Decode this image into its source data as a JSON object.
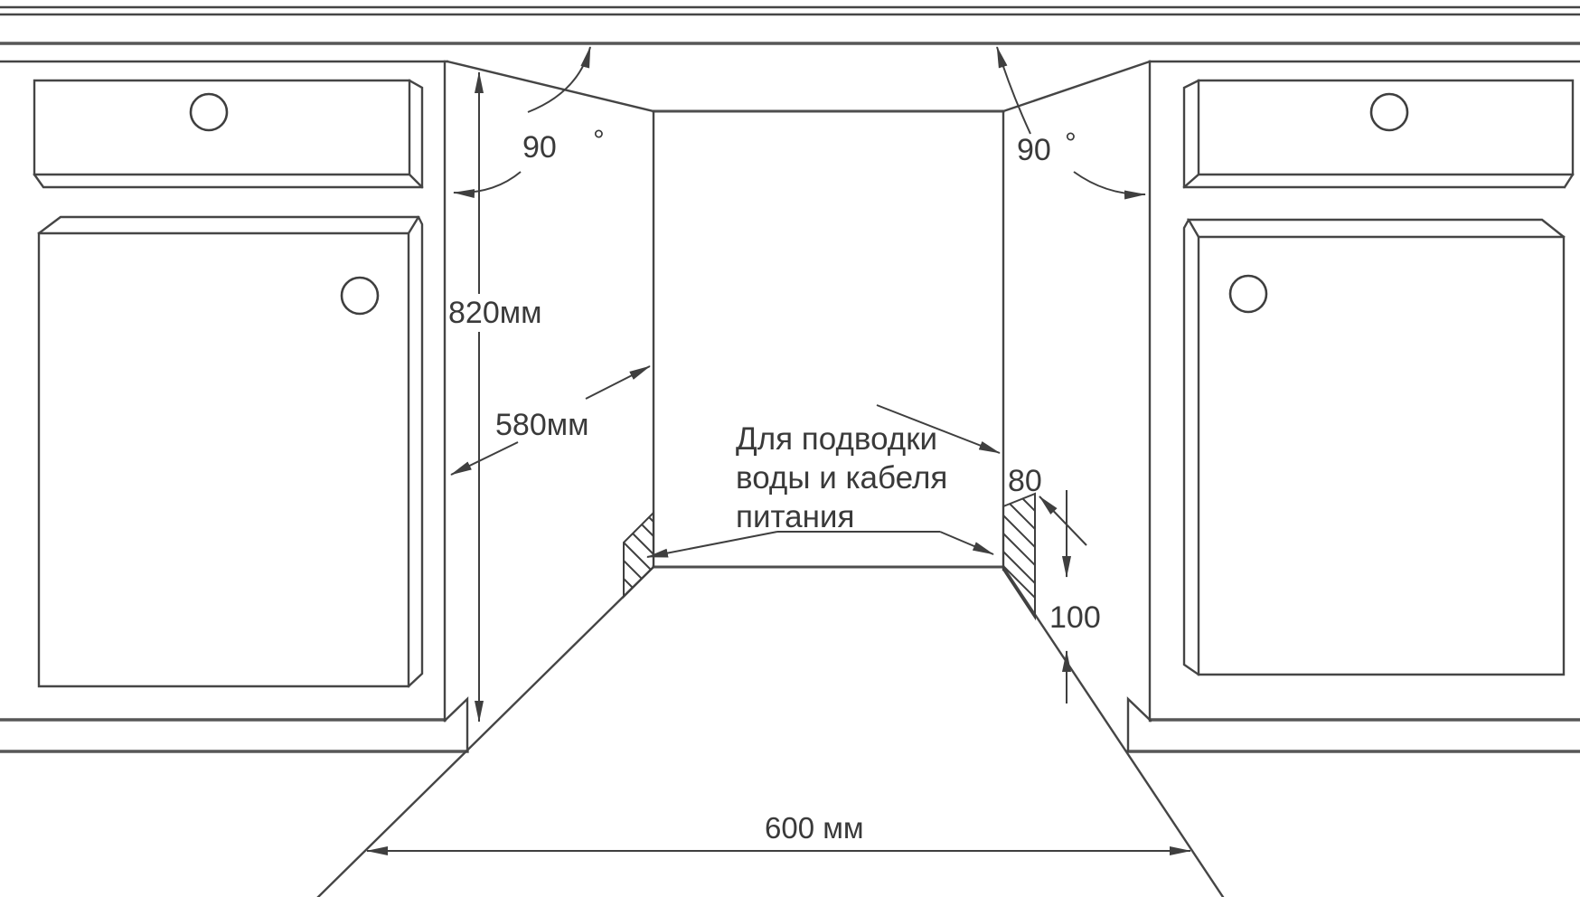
{
  "labels": {
    "angle_left": "90",
    "angle_left_degree": "°",
    "angle_right": "90",
    "angle_right_degree": "°",
    "niche_height": "820мм",
    "niche_depth": "580мм",
    "service_gap_width": "80",
    "service_gap_height": "100",
    "niche_width": "600 мм",
    "note": {
      "line1": "Для подводки",
      "line2": "воды и кабеля",
      "line3": "питания"
    }
  },
  "colors": {
    "background": "#ffffff",
    "line": "#454545",
    "heavy_line": "#575757",
    "annotation": "#3f3f3f",
    "text": "#3a3a3a"
  }
}
